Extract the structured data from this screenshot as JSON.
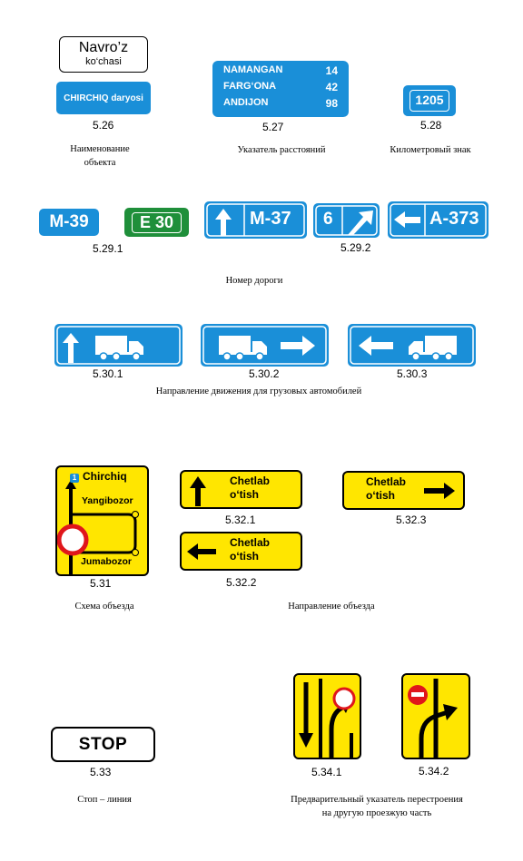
{
  "s526": {
    "top_line1": "Navro’z",
    "top_line2": "ko‘chasi",
    "blue_text": "CHIRCHIQ daryosi",
    "number": "5.26",
    "caption": "Наименование объекта"
  },
  "s527": {
    "rows": [
      {
        "city": "NAMANGAN",
        "km": "14"
      },
      {
        "city": "FARG‘ONA",
        "km": "42"
      },
      {
        "city": "ANDIJON",
        "km": "98"
      }
    ],
    "number": "5.27",
    "caption": "Указатель расстояний"
  },
  "s528": {
    "value": "1205",
    "number": "5.28",
    "caption": "Километровый знак"
  },
  "s529": {
    "m39": "M-39",
    "e30": "E 30",
    "m37": "M-37",
    "six": "6",
    "a373": "A-373",
    "number1": "5.29.1",
    "number2": "5.29.2",
    "caption": "Номер дороги"
  },
  "s530": {
    "number1": "5.30.1",
    "number2": "5.30.2",
    "number3": "5.30.3",
    "caption": "Направление движения для грузовых автомобилей"
  },
  "s531": {
    "badge": "1",
    "top": "Chirchiq",
    "mid": "Yangibozor",
    "bot": "Jumabozor",
    "number": "5.31",
    "caption": "Схема объезда"
  },
  "s532": {
    "line1": "Chetlab",
    "line2": "o‘tish",
    "number1": "5.32.1",
    "number2": "5.32.2",
    "number3": "5.32.3",
    "caption": "Направление объезда"
  },
  "s533": {
    "text": "STOP",
    "number": "5.33",
    "caption": "Стоп – линия"
  },
  "s534": {
    "number1": "5.34.1",
    "number2": "5.34.2",
    "caption_line1": "Предварительный указатель перестроения",
    "caption_line2": "на другую проезжую часть"
  },
  "colors": {
    "blue": "#1a8fd8",
    "green": "#1f8f3a",
    "yellow": "#ffe600",
    "red": "#e0161b"
  }
}
